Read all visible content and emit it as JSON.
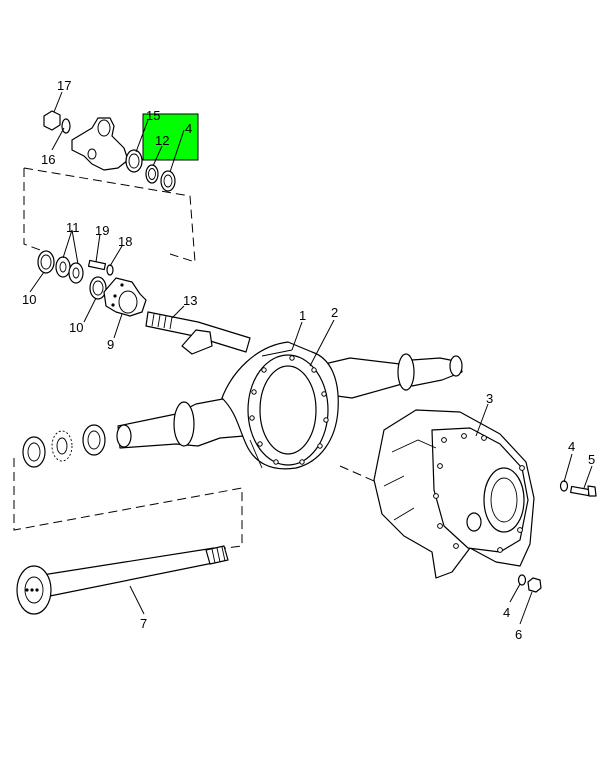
{
  "callouts": {
    "c1": "1",
    "c2": "2",
    "c3": "3",
    "c4a": "4",
    "c4b": "4",
    "c4c": "4",
    "c5": "5",
    "c6": "6",
    "c7": "7",
    "c9": "9",
    "c10a": "10",
    "c10b": "10",
    "c11": "11",
    "c12": "12",
    "c13": "13",
    "c15": "15",
    "c16": "16",
    "c17": "17",
    "c18": "18",
    "c19": "19"
  },
  "highlight": {
    "callout": "12",
    "color": "#00ff00"
  },
  "colors": {
    "line": "#000000",
    "background": "#ffffff"
  }
}
